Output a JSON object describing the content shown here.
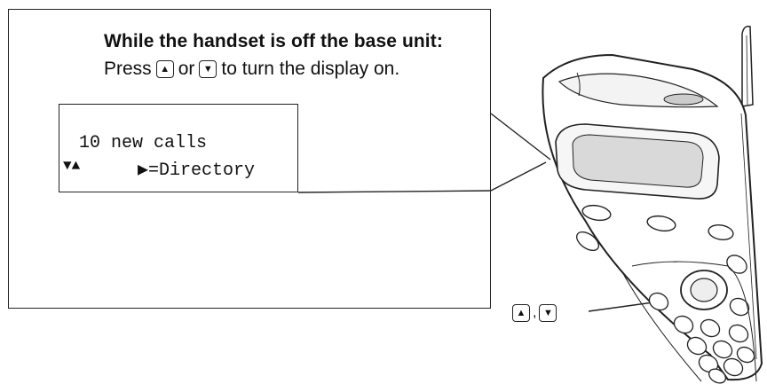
{
  "callout": {
    "heading": "While the handset is off the base unit:",
    "instruction_press": "Press",
    "instruction_or": "or",
    "instruction_rest": "to turn the display on.",
    "up_key_icon": "up-arrow-key-icon",
    "down_key_icon": "down-arrow-key-icon"
  },
  "display": {
    "line1": "10 new calls",
    "line2_arrows": "▼▲",
    "line2_right": "▶=Directory"
  },
  "handset_label": {
    "separator": ","
  }
}
